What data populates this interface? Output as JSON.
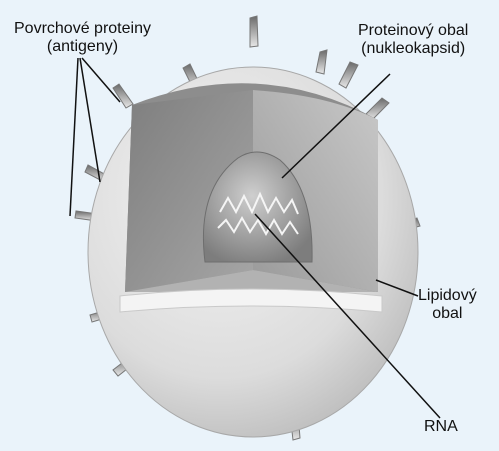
{
  "labels": {
    "surface_proteins": {
      "line1": "Povrchové proteiny",
      "line2": "(antigeny)"
    },
    "capsid": {
      "line1": "Proteinový obal",
      "line2": "(nukleokapsid)"
    },
    "lipid_envelope": {
      "line1": "Lipidový",
      "line2": "obal"
    },
    "rna": "RNA"
  },
  "colors": {
    "background": "#eaf3fa",
    "envelope": "#e4e4e4",
    "interior": "#9a9a9a",
    "capsid": "#a8a8a8",
    "leader_lines": "#111111"
  }
}
